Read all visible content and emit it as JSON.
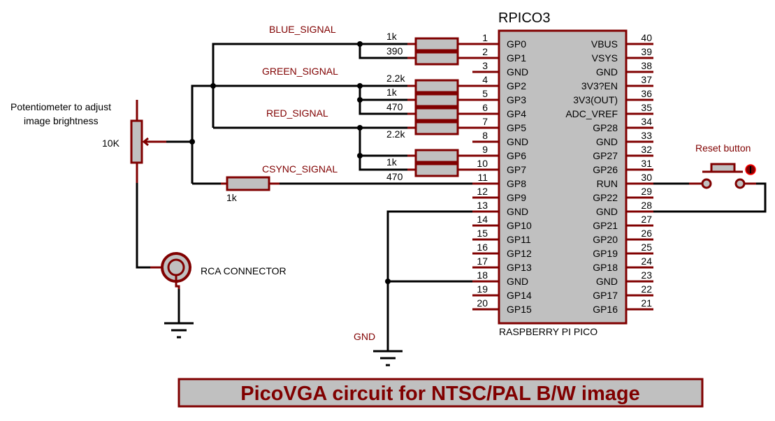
{
  "title": "PicoVGA circuit for NTSC/PAL B/W image",
  "colors": {
    "component": "#800000",
    "component_fill": "#c0c0c0",
    "wire": "#000000",
    "background": "#ffffff"
  },
  "chip": {
    "ref": "RPICO3",
    "part": "RASPBERRY PI PICO",
    "left_pins": [
      {
        "num": "1",
        "name": "GP0"
      },
      {
        "num": "2",
        "name": "GP1"
      },
      {
        "num": "3",
        "name": "GND"
      },
      {
        "num": "4",
        "name": "GP2"
      },
      {
        "num": "5",
        "name": "GP3"
      },
      {
        "num": "6",
        "name": "GP4"
      },
      {
        "num": "7",
        "name": "GP5"
      },
      {
        "num": "8",
        "name": "GND"
      },
      {
        "num": "9",
        "name": "GP6"
      },
      {
        "num": "10",
        "name": "GP7"
      },
      {
        "num": "11",
        "name": "GP8"
      },
      {
        "num": "12",
        "name": "GP9"
      },
      {
        "num": "13",
        "name": "GND"
      },
      {
        "num": "14",
        "name": "GP10"
      },
      {
        "num": "15",
        "name": "GP11"
      },
      {
        "num": "16",
        "name": "GP12"
      },
      {
        "num": "17",
        "name": "GP13"
      },
      {
        "num": "18",
        "name": "GND"
      },
      {
        "num": "19",
        "name": "GP14"
      },
      {
        "num": "20",
        "name": "GP15"
      }
    ],
    "right_pins": [
      {
        "num": "40",
        "name": "VBUS"
      },
      {
        "num": "39",
        "name": "VSYS"
      },
      {
        "num": "38",
        "name": "GND"
      },
      {
        "num": "37",
        "name": "3V3?EN"
      },
      {
        "num": "36",
        "name": "3V3(OUT)"
      },
      {
        "num": "35",
        "name": "ADC_VREF"
      },
      {
        "num": "34",
        "name": "GP28"
      },
      {
        "num": "33",
        "name": "GND"
      },
      {
        "num": "32",
        "name": "GP27"
      },
      {
        "num": "31",
        "name": "GP26"
      },
      {
        "num": "30",
        "name": "RUN"
      },
      {
        "num": "29",
        "name": "GP22"
      },
      {
        "num": "28",
        "name": "GND"
      },
      {
        "num": "27",
        "name": "GP21"
      },
      {
        "num": "26",
        "name": "GP20"
      },
      {
        "num": "25",
        "name": "GP19"
      },
      {
        "num": "24",
        "name": "GP18"
      },
      {
        "num": "23",
        "name": "GND"
      },
      {
        "num": "22",
        "name": "GP17"
      },
      {
        "num": "21",
        "name": "GP16"
      }
    ]
  },
  "nets": {
    "blue": "BLUE_SIGNAL",
    "green": "GREEN_SIGNAL",
    "red": "RED_SIGNAL",
    "csync": "CSYNC_SIGNAL",
    "gnd": "GND"
  },
  "resistors": [
    {
      "id": "r-gp0",
      "value": "1k",
      "pin": "1"
    },
    {
      "id": "r-gp1",
      "value": "390",
      "pin": "2"
    },
    {
      "id": "r-gp2",
      "value": "2.2k",
      "pin": "4"
    },
    {
      "id": "r-gp3",
      "value": "1k",
      "pin": "5"
    },
    {
      "id": "r-gp4",
      "value": "470",
      "pin": "6"
    },
    {
      "id": "r-gp5",
      "value": "2.2k",
      "pin": "7"
    },
    {
      "id": "r-gp6",
      "value": "",
      "pin": "9"
    },
    {
      "id": "r-gp7",
      "value": "1k",
      "pin": "10"
    },
    {
      "id": "r-gp7b",
      "value": "470",
      "pin": "10"
    },
    {
      "id": "r-csync",
      "value": "1k",
      "pin": "11"
    }
  ],
  "potentiometer": {
    "value": "10K",
    "note_line1": "Potentiometer to adjust",
    "note_line2": "image brightness"
  },
  "rca": {
    "label": "RCA CONNECTOR"
  },
  "reset": {
    "label": "Reset button"
  }
}
